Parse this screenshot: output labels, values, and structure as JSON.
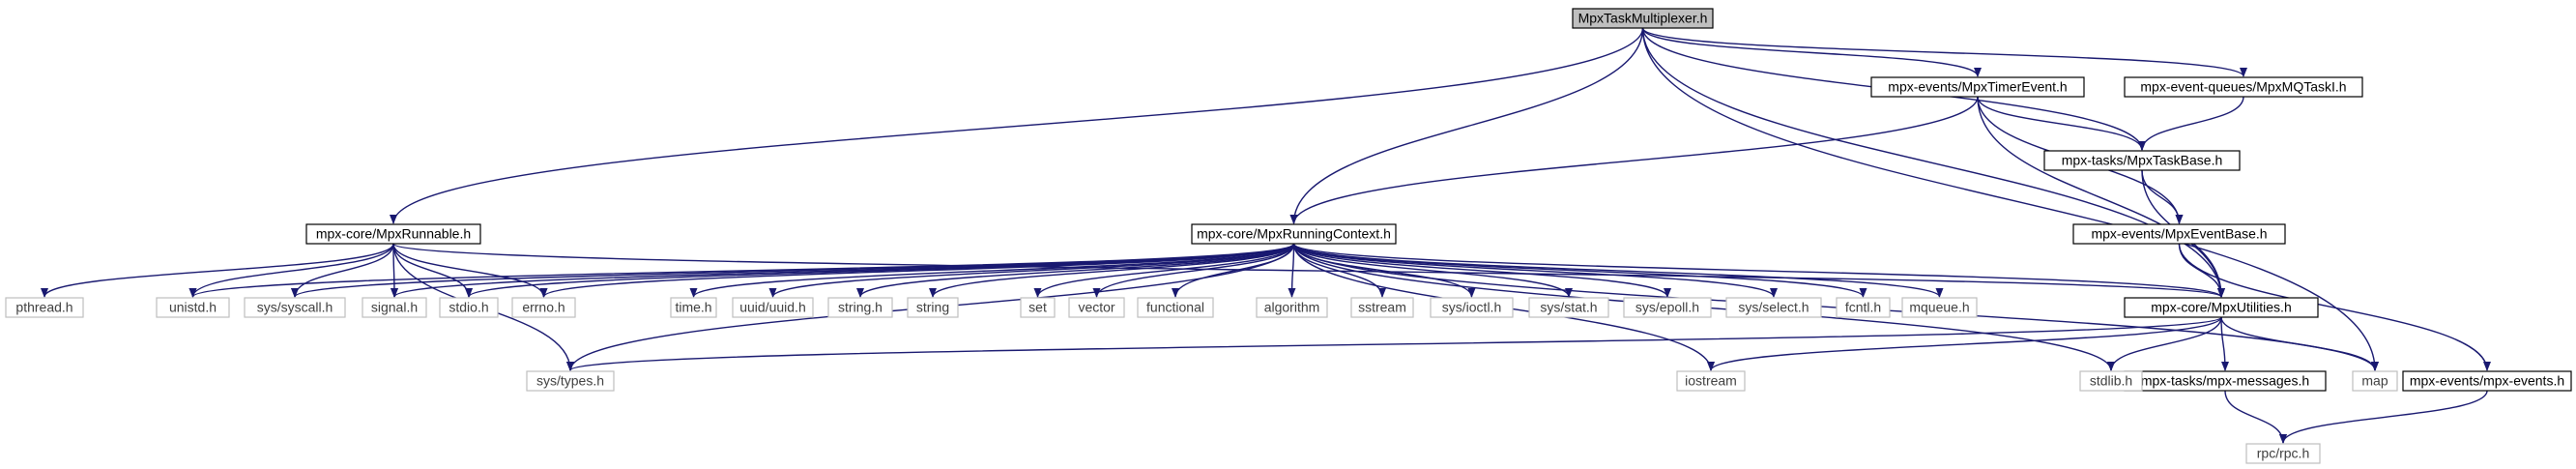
{
  "colors": {
    "edge": "#191970",
    "root_fill": "#bfbfbf",
    "node_fill": "#ffffff",
    "node_stroke": "#000000",
    "system_stroke": "#bfbfbf",
    "system_text": "#404040"
  },
  "nodes": [
    {
      "id": "root",
      "label": "MpxTaskMultiplexer.h",
      "kind": "root"
    },
    {
      "id": "timer",
      "label": "mpx-events/MpxTimerEvent.h",
      "kind": "project"
    },
    {
      "id": "mqtask",
      "label": "mpx-event-queues/MpxMQTaskI.h",
      "kind": "project"
    },
    {
      "id": "taskbase",
      "label": "mpx-tasks/MpxTaskBase.h",
      "kind": "project"
    },
    {
      "id": "eventbase",
      "label": "mpx-events/MpxEventBase.h",
      "kind": "project"
    },
    {
      "id": "runnable",
      "label": "mpx-core/MpxRunnable.h",
      "kind": "project"
    },
    {
      "id": "rctx",
      "label": "mpx-core/MpxRunningContext.h",
      "kind": "project"
    },
    {
      "id": "utils",
      "label": "mpx-core/MpxUtilities.h",
      "kind": "project"
    },
    {
      "id": "messages",
      "label": "mpx-tasks/mpx-messages.h",
      "kind": "project"
    },
    {
      "id": "mpxevents",
      "label": "mpx-events/mpx-events.h",
      "kind": "project"
    },
    {
      "id": "pthread",
      "label": "pthread.h",
      "kind": "system"
    },
    {
      "id": "unistd",
      "label": "unistd.h",
      "kind": "system"
    },
    {
      "id": "syscall",
      "label": "sys/syscall.h",
      "kind": "system"
    },
    {
      "id": "signal",
      "label": "signal.h",
      "kind": "system"
    },
    {
      "id": "stdio",
      "label": "stdio.h",
      "kind": "system"
    },
    {
      "id": "errno",
      "label": "errno.h",
      "kind": "system"
    },
    {
      "id": "time",
      "label": "time.h",
      "kind": "system"
    },
    {
      "id": "uuid",
      "label": "uuid/uuid.h",
      "kind": "system"
    },
    {
      "id": "stringh",
      "label": "string.h",
      "kind": "system"
    },
    {
      "id": "string",
      "label": "string",
      "kind": "system"
    },
    {
      "id": "set",
      "label": "set",
      "kind": "system"
    },
    {
      "id": "vector",
      "label": "vector",
      "kind": "system"
    },
    {
      "id": "functional",
      "label": "functional",
      "kind": "system"
    },
    {
      "id": "algorithm",
      "label": "algorithm",
      "kind": "system"
    },
    {
      "id": "sstream",
      "label": "sstream",
      "kind": "system"
    },
    {
      "id": "ioctl",
      "label": "sys/ioctl.h",
      "kind": "system"
    },
    {
      "id": "stat",
      "label": "sys/stat.h",
      "kind": "system"
    },
    {
      "id": "epoll",
      "label": "sys/epoll.h",
      "kind": "system"
    },
    {
      "id": "select",
      "label": "sys/select.h",
      "kind": "system"
    },
    {
      "id": "fcntl",
      "label": "fcntl.h",
      "kind": "system"
    },
    {
      "id": "mqueue",
      "label": "mqueue.h",
      "kind": "system"
    },
    {
      "id": "systypes",
      "label": "sys/types.h",
      "kind": "system"
    },
    {
      "id": "iostream",
      "label": "iostream",
      "kind": "system"
    },
    {
      "id": "stdlib",
      "label": "stdlib.h",
      "kind": "system"
    },
    {
      "id": "map",
      "label": "map",
      "kind": "system"
    },
    {
      "id": "rpc",
      "label": "rpc/rpc.h",
      "kind": "system"
    }
  ],
  "edges": [
    [
      "root",
      "timer"
    ],
    [
      "root",
      "mqtask"
    ],
    [
      "root",
      "taskbase"
    ],
    [
      "root",
      "runnable"
    ],
    [
      "root",
      "rctx"
    ],
    [
      "root",
      "utils"
    ],
    [
      "root",
      "map"
    ],
    [
      "timer",
      "taskbase"
    ],
    [
      "timer",
      "eventbase"
    ],
    [
      "timer",
      "rctx"
    ],
    [
      "timer",
      "utils"
    ],
    [
      "mqtask",
      "taskbase"
    ],
    [
      "taskbase",
      "eventbase"
    ],
    [
      "taskbase",
      "utils"
    ],
    [
      "eventbase",
      "utils"
    ],
    [
      "eventbase",
      "mpxevents"
    ],
    [
      "runnable",
      "pthread"
    ],
    [
      "runnable",
      "unistd"
    ],
    [
      "runnable",
      "syscall"
    ],
    [
      "runnable",
      "signal"
    ],
    [
      "runnable",
      "stdio"
    ],
    [
      "runnable",
      "errno"
    ],
    [
      "runnable",
      "systypes"
    ],
    [
      "runnable",
      "utils"
    ],
    [
      "rctx",
      "unistd"
    ],
    [
      "rctx",
      "syscall"
    ],
    [
      "rctx",
      "signal"
    ],
    [
      "rctx",
      "stdio"
    ],
    [
      "rctx",
      "errno"
    ],
    [
      "rctx",
      "time"
    ],
    [
      "rctx",
      "uuid"
    ],
    [
      "rctx",
      "stringh"
    ],
    [
      "rctx",
      "string"
    ],
    [
      "rctx",
      "set"
    ],
    [
      "rctx",
      "vector"
    ],
    [
      "rctx",
      "functional"
    ],
    [
      "rctx",
      "algorithm"
    ],
    [
      "rctx",
      "sstream"
    ],
    [
      "rctx",
      "ioctl"
    ],
    [
      "rctx",
      "stat"
    ],
    [
      "rctx",
      "epoll"
    ],
    [
      "rctx",
      "select"
    ],
    [
      "rctx",
      "fcntl"
    ],
    [
      "rctx",
      "mqueue"
    ],
    [
      "rctx",
      "systypes"
    ],
    [
      "rctx",
      "iostream"
    ],
    [
      "rctx",
      "stdlib"
    ],
    [
      "rctx",
      "map"
    ],
    [
      "rctx",
      "utils"
    ],
    [
      "utils",
      "systypes"
    ],
    [
      "utils",
      "iostream"
    ],
    [
      "utils",
      "stdlib"
    ],
    [
      "utils",
      "messages"
    ],
    [
      "utils",
      "map"
    ],
    [
      "messages",
      "rpc"
    ],
    [
      "mpxevents",
      "rpc"
    ]
  ]
}
